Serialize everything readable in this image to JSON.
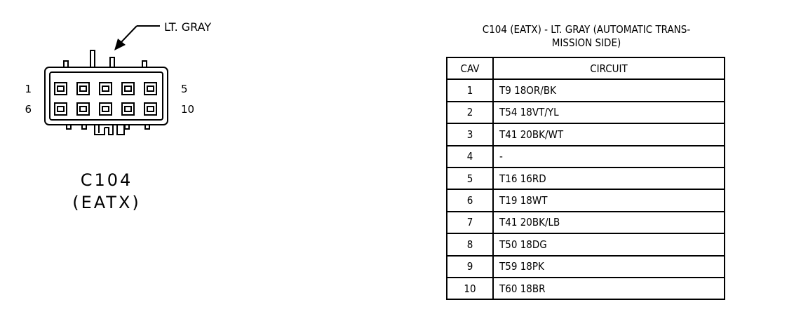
{
  "connector": {
    "wire_color_label": "LT. GRAY",
    "pin_labels": {
      "top_left": "1",
      "top_right": "5",
      "bottom_left": "6",
      "bottom_right": "10"
    },
    "name": "C104",
    "sub_name": "(EATX)"
  },
  "table": {
    "title_line1": "C104 (EATX) - LT. GRAY (AUTOMATIC TRANS-",
    "title_line2": "MISSION SIDE)",
    "headers": {
      "cav": "CAV",
      "circuit": "CIRCUIT"
    },
    "rows": [
      {
        "cav": "1",
        "circuit": "T9  18OR/BK"
      },
      {
        "cav": "2",
        "circuit": "T54  18VT/YL"
      },
      {
        "cav": "3",
        "circuit": "T41  20BK/WT"
      },
      {
        "cav": "4",
        "circuit": "-"
      },
      {
        "cav": "5",
        "circuit": "T16  16RD"
      },
      {
        "cav": "6",
        "circuit": "T19  18WT"
      },
      {
        "cav": "7",
        "circuit": "T41  20BK/LB"
      },
      {
        "cav": "8",
        "circuit": "T50  18DG"
      },
      {
        "cav": "9",
        "circuit": "T59  18PK"
      },
      {
        "cav": "10",
        "circuit": "T60  18BR"
      }
    ]
  }
}
